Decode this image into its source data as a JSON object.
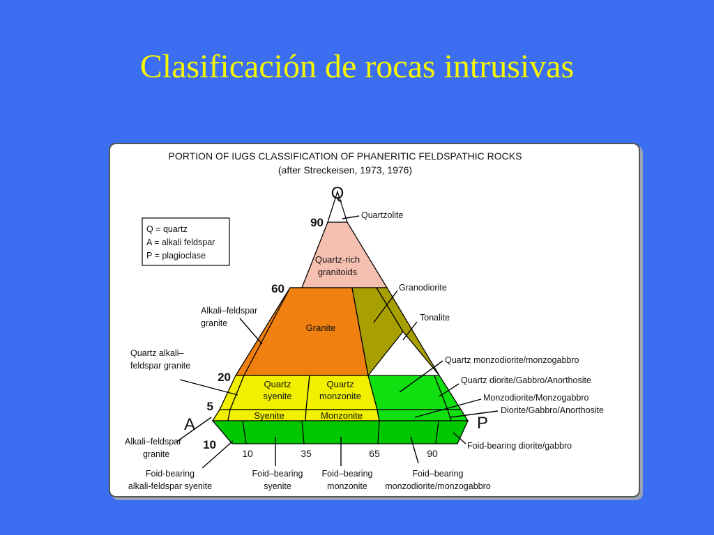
{
  "slide": {
    "title": "Clasificación de rocas intrusivas"
  },
  "diagram": {
    "heading_1": "PORTION OF IUGS CLASSIFICATION OF PHANERITIC FELDSPATHIC ROCKS",
    "heading_2": "(after Streckeisen, 1973, 1976)",
    "apex_q": "Q",
    "apex_a": "A",
    "apex_p": "P",
    "legend": [
      "Q = quartz",
      "A = alkali feldspar",
      "P = plagioclase"
    ],
    "q_ticks": [
      "90",
      "60",
      "20",
      "5"
    ],
    "ap_ticks": [
      "10",
      "35",
      "65",
      "90"
    ],
    "corner_10": "10",
    "inside": {
      "quartz_rich_1": "Quartz-rich",
      "quartz_rich_2": "granitoids",
      "granite": "Granite",
      "quartz_syenite_1": "Quartz",
      "quartz_syenite_2": "syenite",
      "quartz_monzonite_1": "Quartz",
      "quartz_monzonite_2": "monzonite",
      "syenite": "Syenite",
      "monzonite": "Monzonite"
    },
    "callouts": {
      "quartzolite": "Quartzolite",
      "granodiorite": "Granodiorite",
      "tonalite": "Tonalite",
      "alkali_feldspar_granite_1": "Alkali–feldspar",
      "alkali_feldspar_granite_2": "granite",
      "quartz_alkali_1": "Quartz alkali–",
      "quartz_alkali_2": "feldspar granite",
      "quartz_monzodiorite": "Quartz monzodiorite/monzogabbro",
      "quartz_diorite": "Quartz diorite/Gabbro/Anorthosite",
      "monzodiorite": "Monzodiorite/Monzogabbro",
      "diorite": "Diorite/Gabbro/Anorthosite",
      "foid_diorite": "Foid-bearing diorite/gabbro",
      "alkali_feldspar_syenite_1": "Alkali–feldspar",
      "alkali_feldspar_syenite_2": "granite",
      "foid_alkali_1": "Foid-bearing",
      "foid_alkali_2": "alkali-feldspar syenite",
      "foid_syenite_1": "Foid–bearing",
      "foid_syenite_2": "syenite",
      "foid_monzonite_1": "Foid–bearing",
      "foid_monzonite_2": "monzonite",
      "foid_monzodiorite_1": "Foid–bearing",
      "foid_monzodiorite_2": "monzodiorite/monzogabbro"
    },
    "colors": {
      "quartz_rich": "#f5c0b0",
      "granite": "#f08010",
      "granodiorite": "#a8a000",
      "quartz_syenite": "#f0f000",
      "quartz_diorite": "#10e010",
      "foid_band": "#00c800"
    }
  }
}
